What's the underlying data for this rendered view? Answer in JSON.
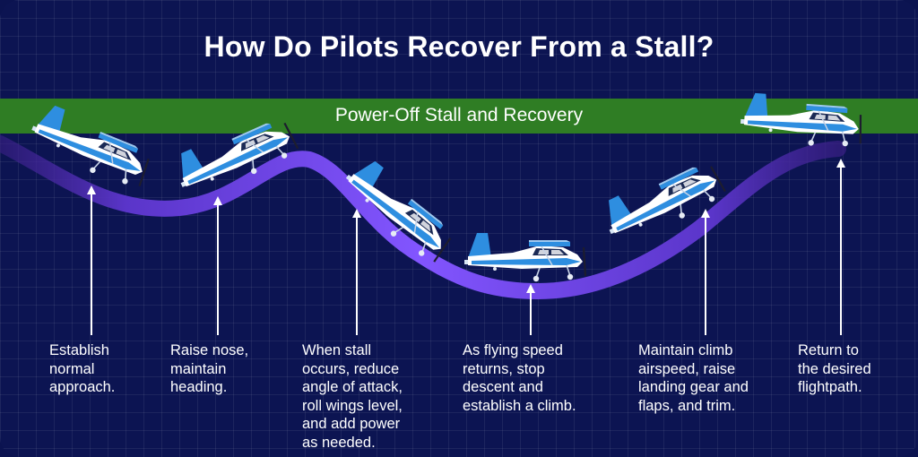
{
  "title": "How Do Pilots Recover From a Stall?",
  "band_label": "Power-Off Stall and Recovery",
  "colors": {
    "background": "#0c1452",
    "band": "#2f7d24",
    "path": "#7b4dff",
    "aircraft_body": "#ffffff",
    "aircraft_accent": "#2e8ee0"
  },
  "steps": [
    {
      "text": "Establish\nnormal\napproach."
    },
    {
      "text": "Raise nose,\nmaintain\nheading."
    },
    {
      "text": "When stall\noccurs, reduce\nangle of attack,\nroll wings level,\nand add power\nas needed."
    },
    {
      "text": "As flying speed\nreturns, stop\ndescent and\nestablish a climb."
    },
    {
      "text": "Maintain climb\nairspeed, raise\nlanding gear and\nflaps, and trim."
    },
    {
      "text": "Return to\nthe desired\nflightpath."
    }
  ]
}
